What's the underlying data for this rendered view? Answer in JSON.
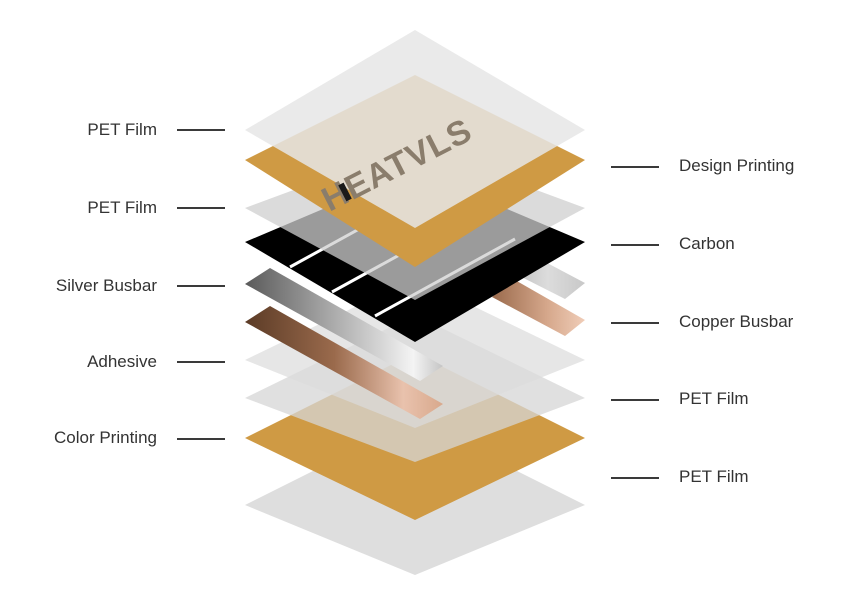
{
  "brand": {
    "logo_text": "HEATVLS"
  },
  "colors": {
    "film": "#dadada",
    "print": "#cf9a44",
    "carbon": "#000000",
    "text": "#333333",
    "line": "#3a3a3a"
  },
  "labels": {
    "left": [
      {
        "name": "pet-film-top",
        "text": "PET Film"
      },
      {
        "name": "pet-film-2",
        "text": "PET Film"
      },
      {
        "name": "silver-busbar",
        "text": "Silver Busbar"
      },
      {
        "name": "adhesive",
        "text": "Adhesive"
      },
      {
        "name": "color-printing",
        "text": "Color Printing"
      }
    ],
    "right": [
      {
        "name": "design-printing",
        "text": "Design Printing"
      },
      {
        "name": "carbon",
        "text": "Carbon"
      },
      {
        "name": "copper-busbar",
        "text": "Copper Busbar"
      },
      {
        "name": "pet-film-3",
        "text": "PET Film"
      },
      {
        "name": "pet-film-bottom",
        "text": "PET Film"
      }
    ]
  }
}
